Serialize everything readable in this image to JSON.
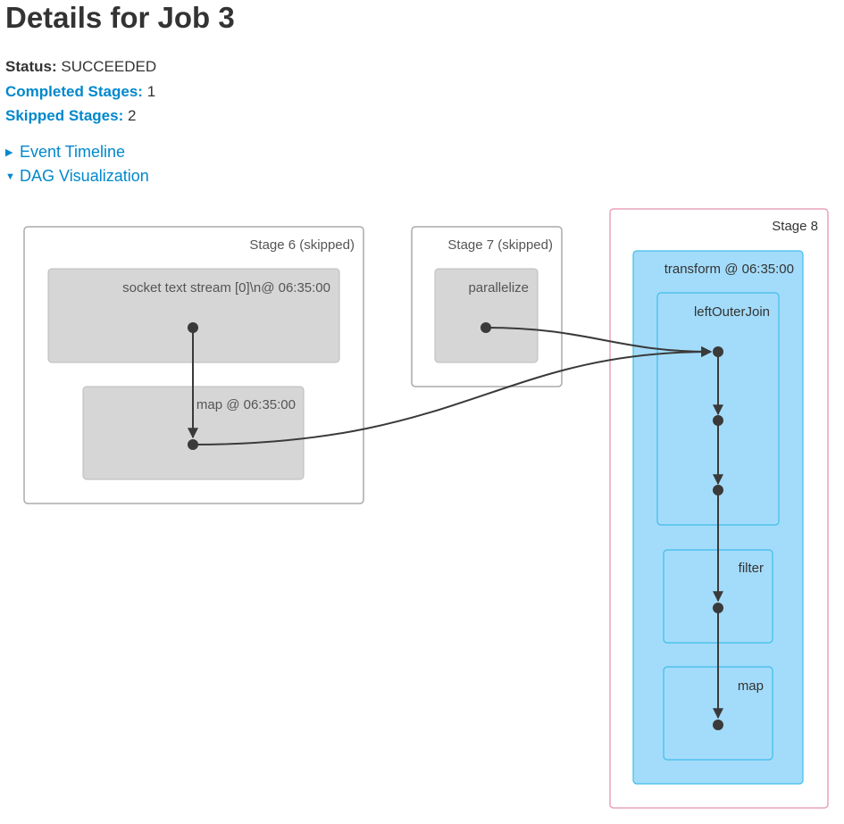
{
  "page": {
    "title": "Details for Job 3"
  },
  "summary": {
    "status_label": "Status:",
    "status_value": "SUCCEEDED",
    "completed_label": "Completed Stages:",
    "completed_value": "1",
    "skipped_label": "Skipped Stages:",
    "skipped_value": "2"
  },
  "toggles": {
    "event_timeline": {
      "label": "Event Timeline",
      "expanded": false
    },
    "dag_visualization": {
      "label": "DAG Visualization",
      "expanded": true
    }
  },
  "dag": {
    "stage6": {
      "label": "Stage 6 (skipped)",
      "skipped": true
    },
    "stage6_op1": {
      "label": "socket text stream [0]\\n@ 06:35:00"
    },
    "stage6_op2": {
      "label": "map @ 06:35:00"
    },
    "stage7": {
      "label": "Stage 7 (skipped)",
      "skipped": true
    },
    "stage7_op1": {
      "label": "parallelize"
    },
    "stage8": {
      "label": "Stage 8",
      "skipped": false
    },
    "stage8_cluster": {
      "label": "transform @ 06:35:00"
    },
    "stage8_op1": {
      "label": "leftOuterJoin"
    },
    "stage8_op2": {
      "label": "filter"
    },
    "stage8_op3": {
      "label": "map"
    }
  },
  "colors": {
    "link": "#0088cc",
    "skipped_stage_border": "#aaaaaa",
    "skipped_cluster_fill": "#d6d6d6",
    "active_stage_border": "#e8a4b8",
    "active_cluster_fill": "#a3dcfa",
    "active_cluster_border": "#3ebdea",
    "edge": "#3a3a3a"
  }
}
